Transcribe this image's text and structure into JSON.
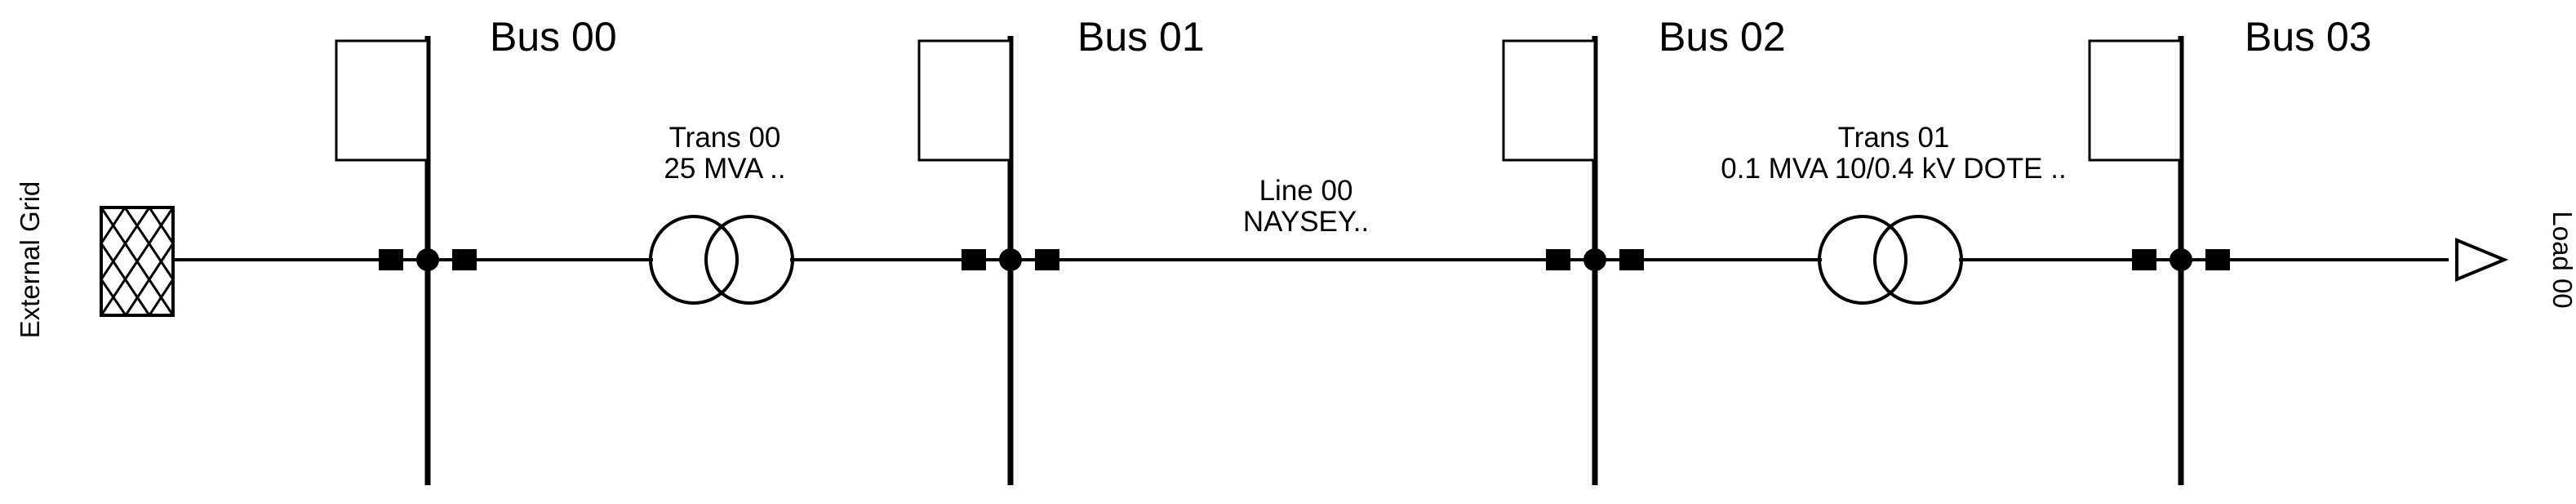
{
  "buses": [
    {
      "name": "Bus 00"
    },
    {
      "name": "Bus 01"
    },
    {
      "name": "Bus 02"
    },
    {
      "name": "Bus 03"
    }
  ],
  "external_grid": {
    "label": "External Grid"
  },
  "transformers": [
    {
      "name": "Trans 00",
      "rating": "25 MVA .."
    },
    {
      "name": "Trans 01",
      "rating": "0.1 MVA 10/0.4 kV DOTE .."
    }
  ],
  "line": {
    "name": "Line 00",
    "type": "NAYSEY.."
  },
  "load": {
    "label": "Load 00"
  },
  "colors": {
    "stroke": "#000000",
    "background": "#ffffff"
  }
}
